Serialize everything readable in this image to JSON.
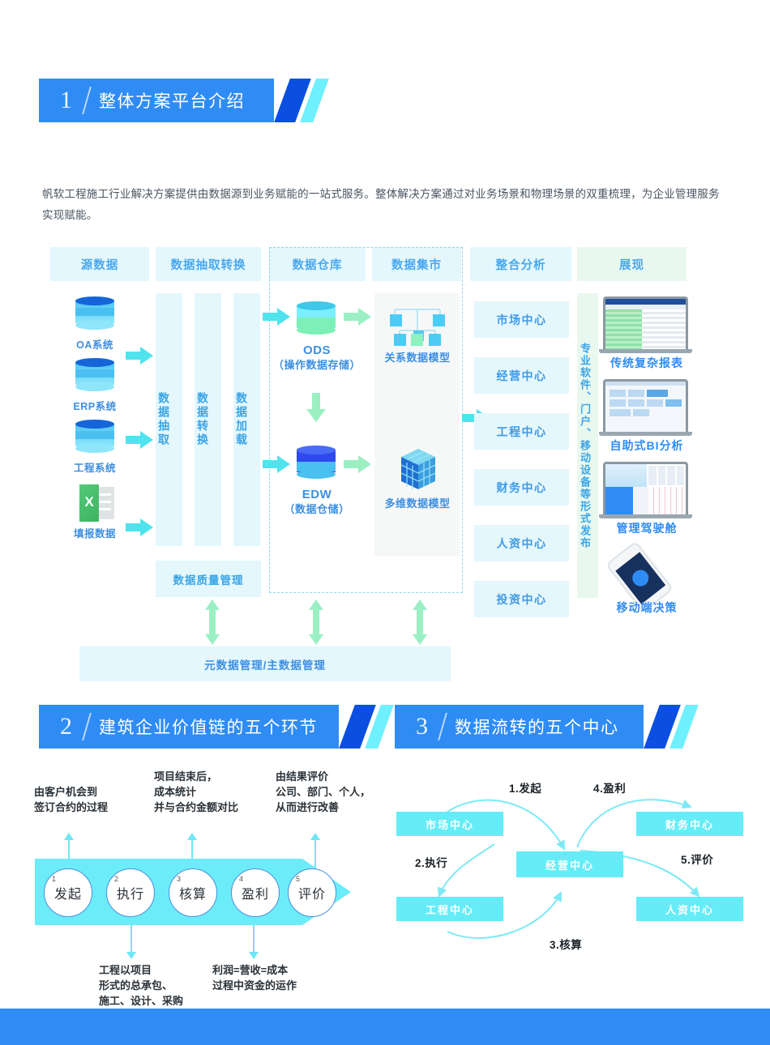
{
  "sections": [
    {
      "num": "1",
      "title": "整体方案平台介绍"
    },
    {
      "num": "2",
      "title": "建筑企业价值链的五个环节"
    },
    {
      "num": "3",
      "title": "数据流转的五个中心"
    }
  ],
  "intro": "帆软工程施工行业解决方案提供由数据源到业务赋能的一站式服务。整体解决方案通过对业务场景和物理场景的双重梳理，为企业管理服务实现赋能。",
  "architecture": {
    "column_headers": [
      "源数据",
      "数据抽取转换",
      "数据仓库",
      "数据集市",
      "整合分析",
      "展现"
    ],
    "sources": [
      {
        "label": "OA系统",
        "icon": "database-cylinder-icon"
      },
      {
        "label": "ERP系统",
        "icon": "database-cylinder-icon"
      },
      {
        "label": "工程系统",
        "icon": "database-cylinder-icon"
      },
      {
        "label": "填报数据",
        "icon": "excel-file-icon"
      }
    ],
    "etl_steps": [
      "数据抽取",
      "数据转换",
      "数据加载"
    ],
    "quality": "数据质量管理",
    "warehouse": [
      {
        "name": "ODS",
        "sub": "（操作数据存储）",
        "icon": "ods-cylinder-icon"
      },
      {
        "name": "EDW",
        "sub": "（数据仓储）",
        "icon": "edw-cylinder-icon"
      }
    ],
    "marts": [
      {
        "name": "关系数据模型",
        "icon": "hierarchy-tree-icon"
      },
      {
        "name": "多维数据模型",
        "icon": "olap-cube-icon"
      }
    ],
    "centers": [
      "市场中心",
      "经营中心",
      "工程中心",
      "财务中心",
      "人资中心",
      "投资中心"
    ],
    "publish": "专业软件、门户、移动设备等形式发布",
    "display": [
      {
        "label": "传统复杂报表",
        "icon": "laptop-report-icon"
      },
      {
        "label": "自助式BI分析",
        "icon": "laptop-bi-icon"
      },
      {
        "label": "管理驾驶舱",
        "icon": "laptop-dashboard-icon"
      },
      {
        "label": "移动端决策",
        "icon": "mobile-phone-icon"
      }
    ],
    "metadata_bar": "元数据管理/主数据管理",
    "colors": {
      "panel": "#e3f7fd",
      "panel_green": "#e9f8ee",
      "accent_blue": "#2f8cf5",
      "arrow_cyan": "#3fe0e8",
      "arrow_green": "#9af0c2"
    }
  },
  "value_chain": {
    "notes_top": [
      "由客户机会到\n签订合约的过程",
      "项目结束后，\n成本统计\n并与合约金额对比",
      "由结果评价\n公司、部门、个人，\n从而进行改善"
    ],
    "steps": [
      {
        "n": "1",
        "label": "发起"
      },
      {
        "n": "2",
        "label": "执行"
      },
      {
        "n": "3",
        "label": "核算"
      },
      {
        "n": "4",
        "label": "盈利"
      },
      {
        "n": "5",
        "label": "评价"
      }
    ],
    "notes_bottom": [
      "工程以项目\n形式的总承包、\n施工、设计、采购",
      "利润=营收=成本\n过程中资金的运作"
    ]
  },
  "data_flow": {
    "boxes": {
      "market": "市场中心",
      "finance": "财务中心",
      "operation": "经营中心",
      "engineering": "工程中心",
      "hr": "人资中心"
    },
    "flow_labels": [
      "1.发起",
      "2.执行",
      "3.核算",
      "4.盈利",
      "5.评价"
    ]
  }
}
